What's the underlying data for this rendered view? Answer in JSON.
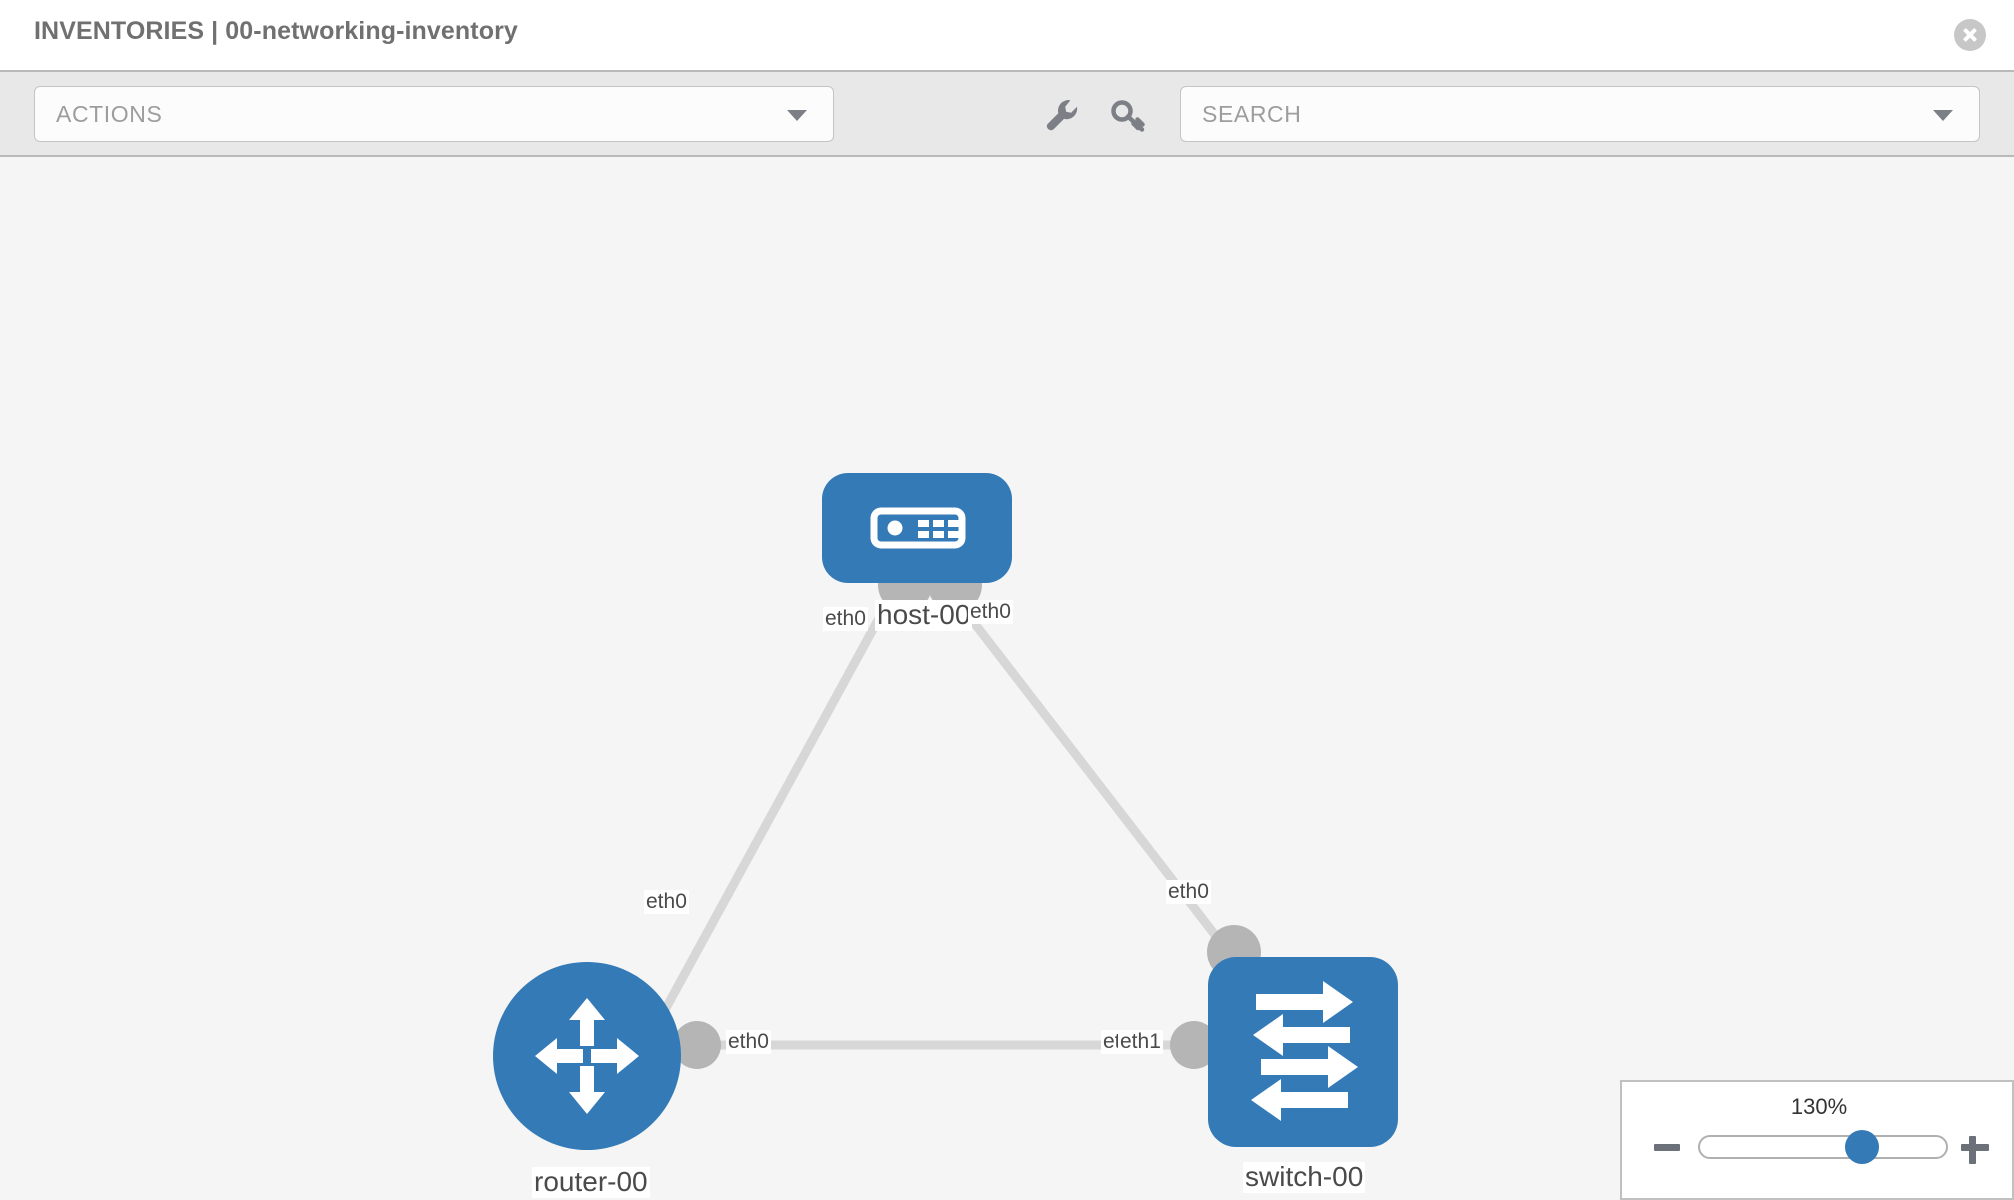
{
  "header": {
    "title": "INVENTORIES | 00-networking-inventory",
    "close_icon": "close-circle-icon"
  },
  "toolbar": {
    "actions_label": "ACTIONS",
    "actions_caret": "chevron-down-icon",
    "wrench_icon": "wrench-icon",
    "key_icon": "key-icon",
    "search_placeholder": "SEARCH",
    "search_value": "",
    "search_caret": "chevron-down-icon"
  },
  "topology": {
    "nodes": [
      {
        "id": "host-00",
        "label": "host-00",
        "type": "host",
        "icon": "server-icon"
      },
      {
        "id": "router-00",
        "label": "router-00",
        "type": "router",
        "icon": "router-arrows-icon"
      },
      {
        "id": "switch-00",
        "label": "switch-00",
        "type": "switch",
        "icon": "switch-arrows-icon"
      }
    ],
    "links": [
      {
        "from": "host-00",
        "from_port": "eth0",
        "to": "router-00",
        "to_port": "eth0"
      },
      {
        "from": "host-00",
        "from_port": "eth0",
        "to": "switch-00",
        "to_port": "eth0"
      },
      {
        "from": "router-00",
        "from_port": "eth0",
        "to": "switch-00",
        "to_port": "eth1"
      }
    ],
    "port_labels": {
      "host_left": "eth0",
      "host_right": "eth0",
      "router_up": "eth0",
      "switch_up": "eth0",
      "router_right": "eth0",
      "switch_left_a": "eth",
      "switch_left_b": "eth1"
    },
    "colors": {
      "node_blue": "#337ab7",
      "connector_gray": "#b5b5b5",
      "link_gray": "#d7d7d7",
      "canvas_bg": "#f5f5f5"
    }
  },
  "zoom_control": {
    "level": "130%",
    "minus_label": "minus-icon",
    "plus_label": "plus-icon",
    "thumb_position_pct": 67
  }
}
